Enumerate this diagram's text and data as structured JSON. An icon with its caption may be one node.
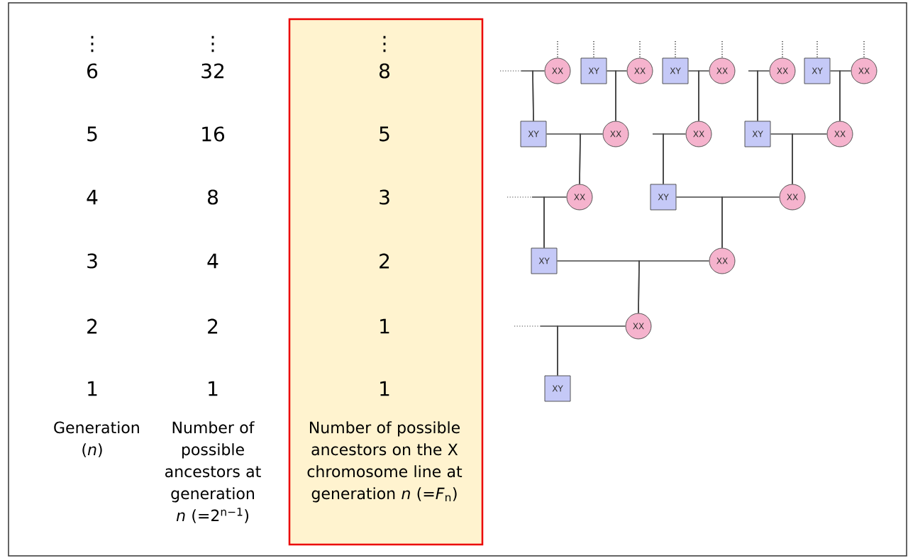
{
  "diagram": {
    "nodes": [
      {
        "text": [
          "⋮",
          "8",
          "5",
          "3",
          "2",
          "1",
          "1",
          "Number of possible ancestors on the X chromosome line at generation *n* (=*F*$_{n}$)"
        ]
      },
      {
        "text": [
          "XX"
        ]
      },
      {
        "text": [
          "XY"
        ]
      },
      {
        "text": [
          "XX"
        ]
      },
      {
        "text": [
          "XY"
        ]
      },
      {
        "text": [
          "XX"
        ]
      },
      {
        "text": [
          "XX"
        ]
      },
      {
        "text": [
          "XY"
        ]
      },
      {
        "text": [
          "XX"
        ]
      },
      {
        "text": [
          "XY"
        ]
      },
      {
        "text": [
          "XX"
        ]
      },
      {
        "text": [
          "XX"
        ]
      },
      {
        "text": [
          "XY"
        ]
      },
      {
        "text": [
          "XX"
        ]
      },
      {
        "text": [
          "XX"
        ]
      },
      {
        "text": [
          "XY"
        ]
      },
      {
        "text": [
          "XX"
        ]
      },
      {
        "text": [
          "XY"
        ]
      },
      {
        "text": [
          "XX"
        ]
      },
      {
        "text": [
          "XX"
        ]
      },
      {
        "text": [
          "XY"
        ]
      }
    ],
    "edges": [
      {
        "from": null,
        "to": 1,
        "arrow": "none",
        "style": "dashed"
      },
      {
        "from": null,
        "to": 2,
        "arrow": "none",
        "style": "dashed"
      },
      {
        "from": null,
        "to": 3,
        "arrow": "none",
        "style": "dashed"
      },
      {
        "from": null,
        "to": 4,
        "arrow": "none",
        "style": "dashed"
      },
      {
        "from": null,
        "to": 5,
        "arrow": "none",
        "style": "dashed"
      },
      {
        "from": null,
        "to": 6,
        "arrow": "none",
        "style": "dashed"
      },
      {
        "from": null,
        "to": 7,
        "arrow": "none",
        "style": "dashed"
      },
      {
        "from": null,
        "to": 8,
        "arrow": "none",
        "style": "dashed"
      },
      {
        "from": null,
        "to": 9,
        "arrow": "none"
      },
      {
        "from": 1,
        "to": 9,
        "arrow": "none"
      },
      {
        "from": 2,
        "to": 10,
        "arrow": "none"
      },
      {
        "from": 3,
        "to": 10,
        "arrow": "none"
      },
      {
        "from": 4,
        "to": 11,
        "arrow": "none"
      },
      {
        "from": 5,
        "to": 11,
        "arrow": "none"
      },
      {
        "from": null,
        "to": 12,
        "arrow": "none"
      },
      {
        "from": 6,
        "to": 12,
        "arrow": "none"
      },
      {
        "from": 7,
        "to": 13,
        "arrow": "none"
      },
      {
        "from": 8,
        "to": 13,
        "arrow": "none"
      },
      {
        "from": 9,
        "to": 14,
        "arrow": "none"
      },
      {
        "from": 10,
        "to": 14,
        "arrow": "none"
      },
      {
        "from": null,
        "to": 15,
        "arrow": "none"
      },
      {
        "from": 11,
        "to": 15,
        "arrow": "none"
      },
      {
        "from": 12,
        "to": 16,
        "arrow": "none"
      },
      {
        "from": 13,
        "to": 16,
        "arrow": "none"
      },
      {
        "from": null,
        "to": 17,
        "arrow": "none"
      },
      {
        "from": 14,
        "to": 17,
        "arrow": "none"
      },
      {
        "from": 15,
        "to": 18,
        "arrow": "none"
      },
      {
        "from": 16,
        "to": 18,
        "arrow": "none"
      },
      {
        "from": 17,
        "to": 19,
        "arrow": "none"
      },
      {
        "from": 18,
        "to": 19,
        "arrow": "none"
      },
      {
        "from": null,
        "to": 20,
        "arrow": "none"
      },
      {
        "from": 19,
        "to": 20,
        "arrow": "none"
      }
    ],
    "labels": [
      "⋮",
      "⋮",
      "6",
      "32",
      "5",
      "16",
      "4",
      "8",
      "3",
      "4",
      "2",
      "2",
      "1",
      "1",
      "Generation (*n*)",
      "Number of possible ancestors at generation *n* (=2$^{n−1}$)"
    ]
  }
}
